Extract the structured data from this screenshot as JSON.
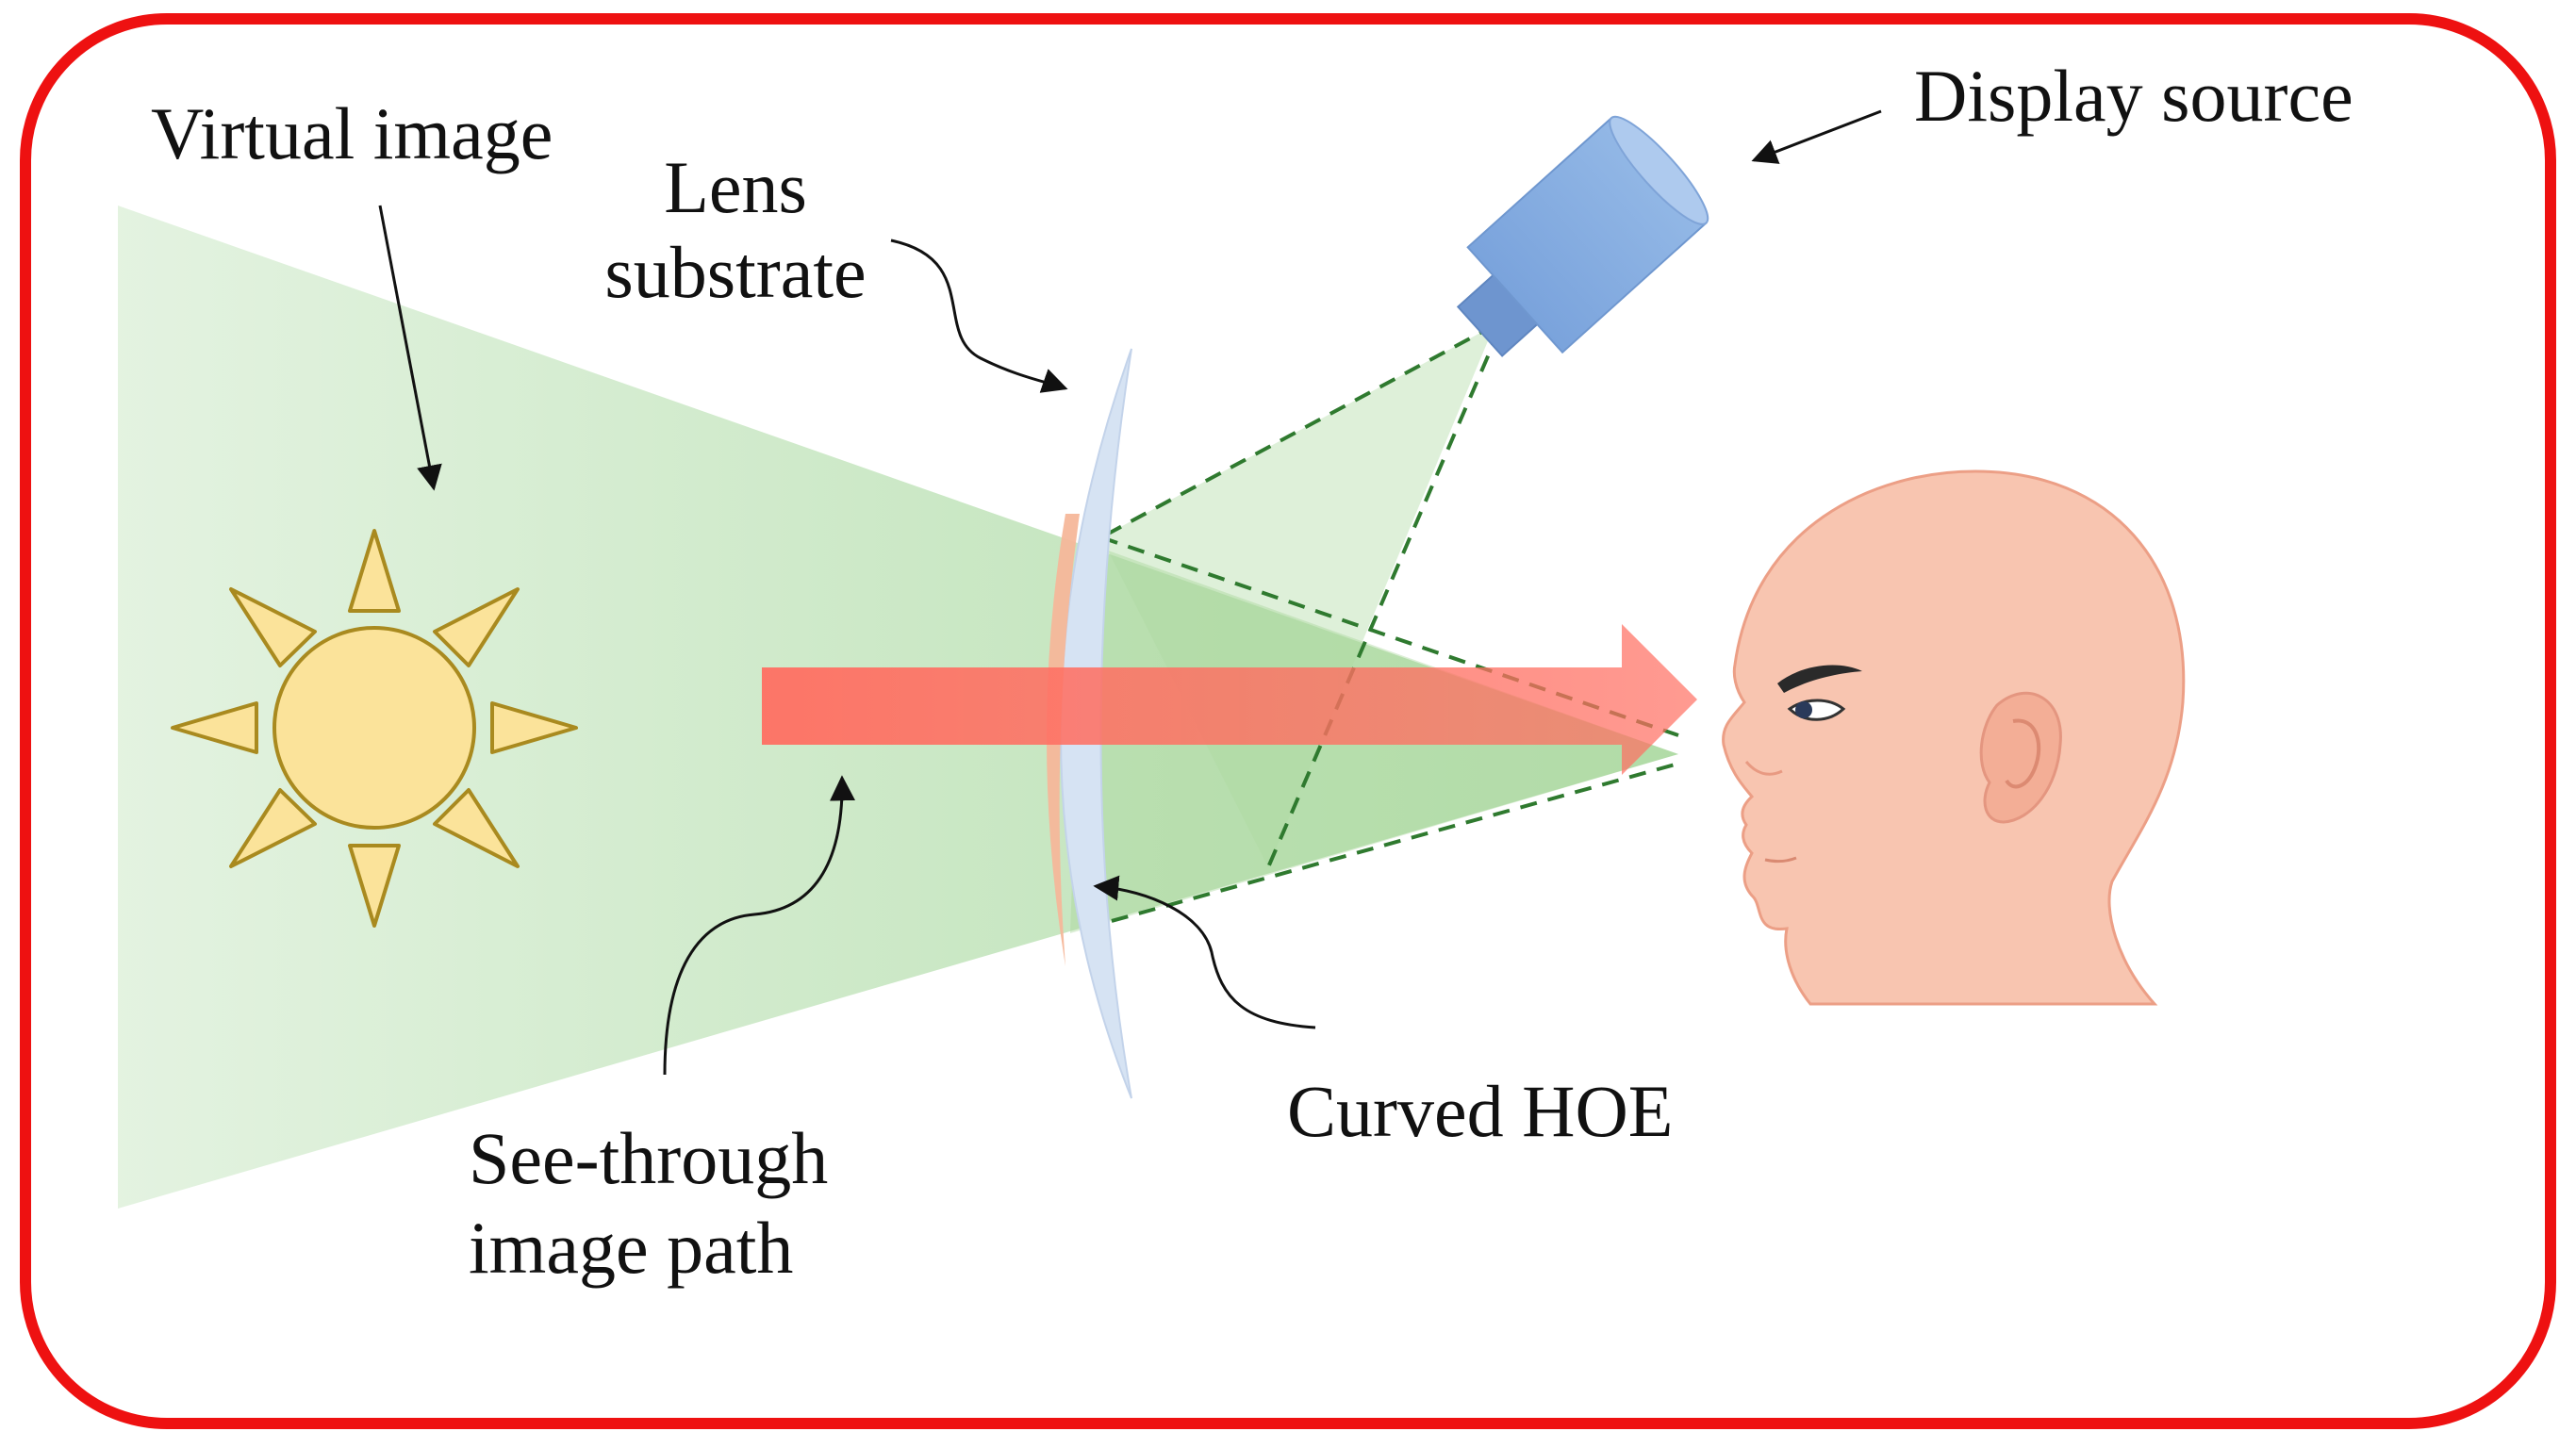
{
  "labels": {
    "virtual_image": "Virtual image",
    "lens_line1": "Lens",
    "lens_line2": "substrate",
    "display_source": "Display source",
    "curved_hoe": "Curved HOE",
    "see_through_line1": "See-through",
    "see_through_line2": "image path"
  },
  "colors": {
    "frame": "#ee1111",
    "see_through_light": "#a9d9a0",
    "display_light": "#b5deaa",
    "ray_dashes": "#2f7a2f",
    "lens": "#d6e3f3",
    "hoe": "#f6b79a",
    "arrow": "#ff6f62",
    "sun_fill": "#fbe39a",
    "sun_stroke": "#a98a1f",
    "projector": "#86ade0",
    "skin": "#f8c5b0",
    "skin_shadow": "#ec9f86"
  }
}
